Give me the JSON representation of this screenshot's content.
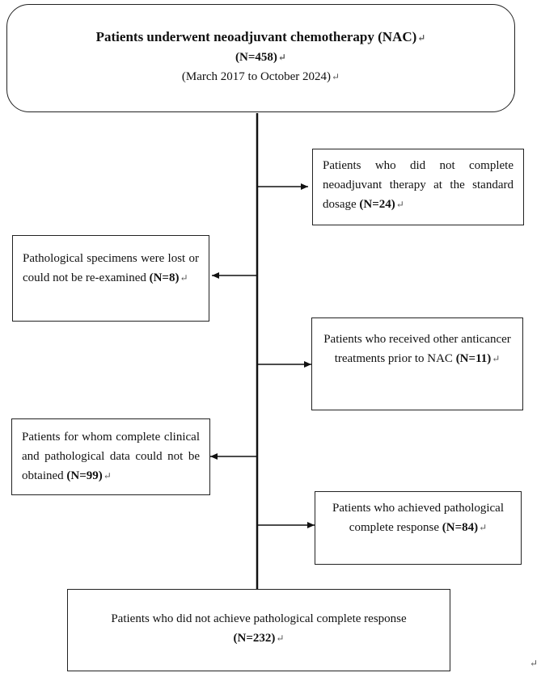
{
  "return_mark": "↵",
  "boxes": {
    "top": {
      "title": "Patients underwent neoadjuvant chemotherapy (NAC)",
      "count": "(N=458)",
      "period": "(March 2017 to October 2024)"
    },
    "excl_dosage": {
      "text": "Patients who did not complete neoadjuvant therapy at the standard dosage",
      "count": "(N=24)"
    },
    "excl_specimens": {
      "text": "Pathological specimens were lost or could not be re-examined",
      "count": "(N=8)"
    },
    "excl_other_treatment": {
      "text": "Patients who received other anticancer treatments prior to NAC",
      "count": "(N=11)"
    },
    "excl_missing_data": {
      "text": "Patients for whom complete clinical and pathological data could not be obtained",
      "count": "(N=99)"
    },
    "excl_pcr": {
      "text": "Patients who achieved pathological complete response",
      "count": "(N=84)"
    },
    "final": {
      "text": "Patients who did not achieve pathological complete response",
      "count": "(N=232)"
    }
  }
}
